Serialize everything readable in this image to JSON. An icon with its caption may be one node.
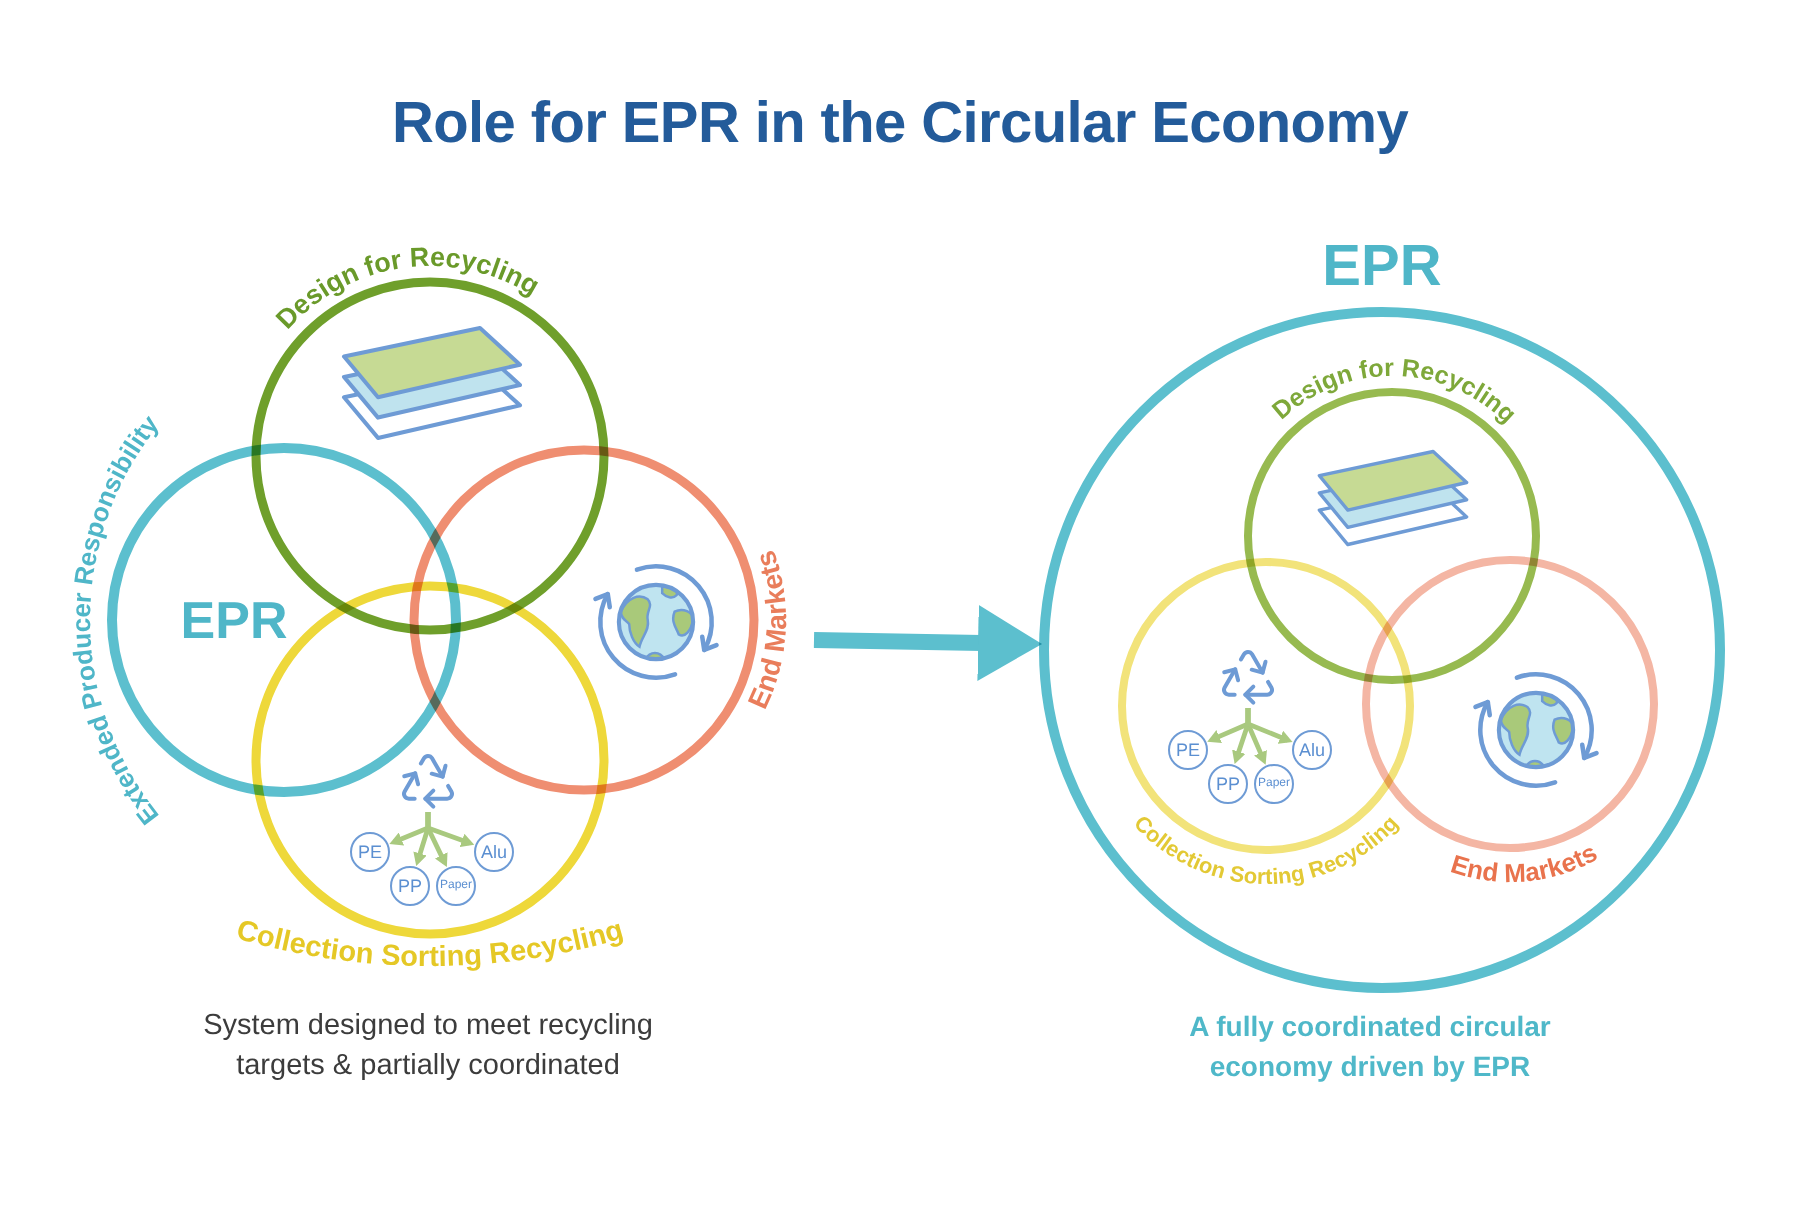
{
  "diagram": {
    "title": "Role for EPR in the Circular Economy",
    "nodes": [
      {
        "text": [
          "Extended Producer Responsibility",
          "EPR"
        ]
      },
      {
        "text": [
          "Design for Recycling"
        ]
      },
      {
        "text": [
          "End Markets"
        ]
      },
      {
        "text": [
          "Collection Sorting Recycling"
        ]
      },
      {
        "text": [],
        "shape": "picture",
        "in": 3
      },
      {
        "text": [
          "PE"
        ],
        "in": 3
      },
      {
        "text": [
          "PP"
        ],
        "in": 3
      },
      {
        "text": [
          "Paper"
        ],
        "in": 3
      },
      {
        "text": [
          "Alu"
        ],
        "in": 3
      },
      {
        "text": [
          "EPR"
        ]
      },
      {
        "text": [
          "Design for Recycling"
        ],
        "in": 9
      },
      {
        "text": [
          "Collection Sorting Recycling"
        ],
        "in": 9
      },
      {
        "text": [],
        "shape": "picture",
        "in": 11
      },
      {
        "text": [
          "PE"
        ],
        "in": 11
      },
      {
        "text": [
          "PP"
        ],
        "in": 11
      },
      {
        "text": [
          "Paper"
        ],
        "in": 11
      },
      {
        "text": [
          "Alu"
        ],
        "in": 11
      },
      {
        "text": [
          "End Markets"
        ],
        "in": 9
      }
    ],
    "edges": [
      {
        "from": null,
        "to": 9,
        "arrow": "to",
        "style": "thick",
        "color": "#5cbfce"
      },
      {
        "from": 4,
        "to": 5,
        "arrow": "to"
      },
      {
        "from": 4,
        "to": 6,
        "arrow": "to"
      },
      {
        "from": 4,
        "to": 7,
        "arrow": "to"
      },
      {
        "from": 4,
        "to": 8,
        "arrow": "to"
      },
      {
        "from": 12,
        "to": 13,
        "arrow": "to"
      },
      {
        "from": 12,
        "to": 14,
        "arrow": "to"
      },
      {
        "from": 12,
        "to": 15,
        "arrow": "to"
      },
      {
        "from": 12,
        "to": 16,
        "arrow": "to"
      }
    ],
    "labels": [
      "System designed to meet recycling targets & partially coordinated",
      "A fully coordinated circular economy driven by EPR"
    ]
  }
}
